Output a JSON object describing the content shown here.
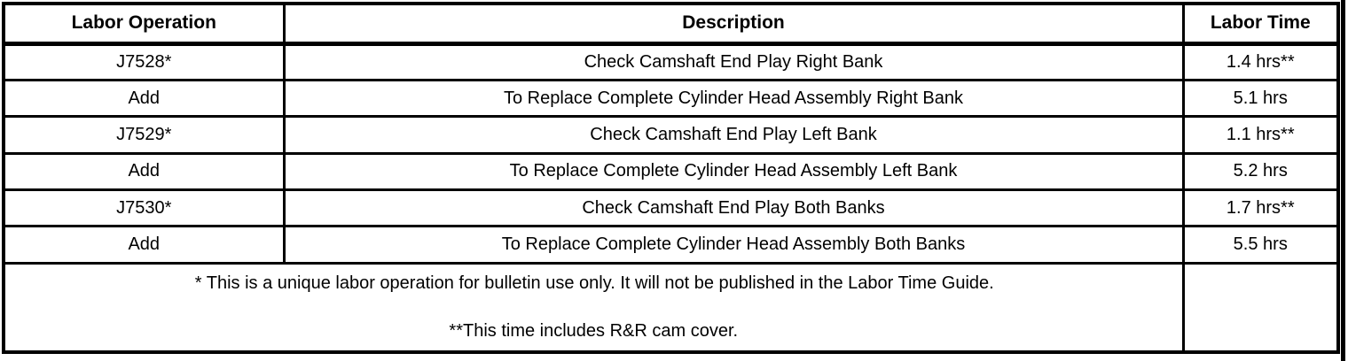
{
  "colors": {
    "border": "#000000",
    "background": "#ffffff",
    "text": "#000000"
  },
  "table": {
    "columns": {
      "labor_operation": "Labor Operation",
      "description": "Description",
      "labor_time": "Labor Time"
    },
    "rows": [
      {
        "op": "J7528*",
        "desc": "Check Camshaft End Play Right Bank",
        "time": "1.4 hrs**"
      },
      {
        "op": "Add",
        "desc": "To Replace Complete Cylinder Head Assembly Right Bank",
        "time": "5.1 hrs"
      },
      {
        "op": "J7529*",
        "desc": "Check Camshaft End Play Left Bank",
        "time": "1.1 hrs**"
      },
      {
        "op": "Add",
        "desc": "To Replace Complete Cylinder Head Assembly Left Bank",
        "time": "5.2 hrs"
      },
      {
        "op": "J7530*",
        "desc": "Check Camshaft End Play Both Banks",
        "time": "1.7 hrs**"
      },
      {
        "op": "Add",
        "desc": "To Replace Complete Cylinder Head Assembly Both Banks",
        "time": "5.5 hrs"
      }
    ],
    "footnotes": {
      "line1": "* This is a unique labor operation for bulletin use only. It will not be published in the Labor Time Guide.",
      "line2": "**This time includes R&R cam cover."
    }
  }
}
